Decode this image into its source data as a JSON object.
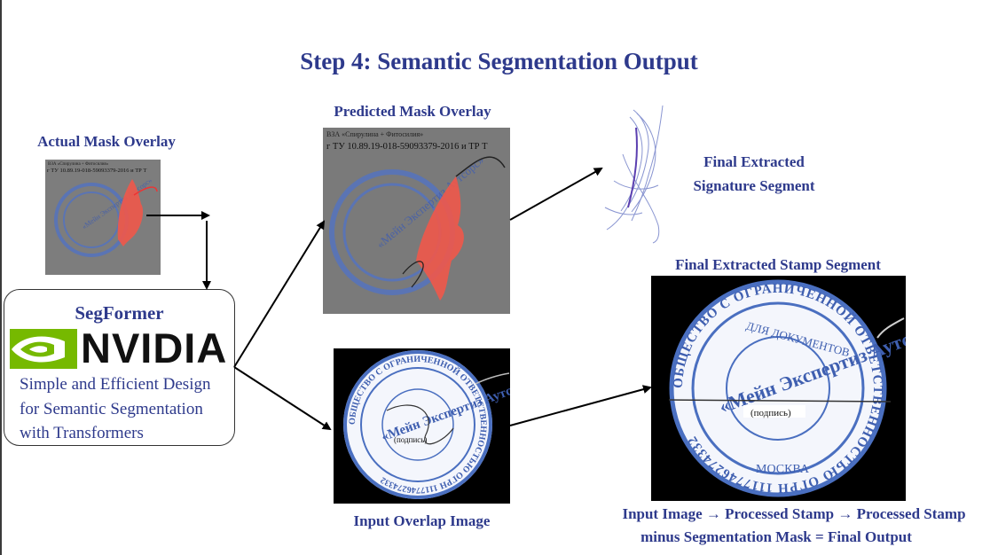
{
  "title": "Step 4: Semantic Segmentation Output",
  "labels": {
    "actual_mask": "Actual Mask Overlay",
    "predicted_mask": "Predicted Mask Overlay",
    "final_signature": "Final Extracted Signature Segment",
    "final_stamp": "Final Extracted Stamp Segment",
    "input_overlap": "Input Overlap Image",
    "pipeline_line1": "Input Image → Processed Stamp → Processed Stamp",
    "pipeline_line2": "minus Segmentation Mask = Final Output"
  },
  "segformer": {
    "title": "SegFormer",
    "logo_text": "NVIDIA",
    "description": "Simple and Efficient Design for Semantic Segmentation with Transformers"
  },
  "document_text": {
    "line_top": "ВЗА «Спирулина + Фитосилия»",
    "line_main": "г ТУ 10.89.19-018-59093379-2016 и ТР Т"
  },
  "stamp_text": {
    "ring": "ОБЩЕСТВО С ОГРАНИЧЕННОЙ ОТВЕТСТВЕННОСТЬЮ ОГРН 1117746274332",
    "inner_top": "ДЛЯ ДОКУМЕНТОВ",
    "inner_bottom": "МОСКВА",
    "center": "«Мейн Экспертиз Аутсорс»",
    "signature_caption": "(подпись)"
  },
  "colors": {
    "title": "#2e3a8c",
    "stamp_blue": "#4a6fc0",
    "mask_red": "#f0584a",
    "nvidia_green": "#76b900"
  }
}
